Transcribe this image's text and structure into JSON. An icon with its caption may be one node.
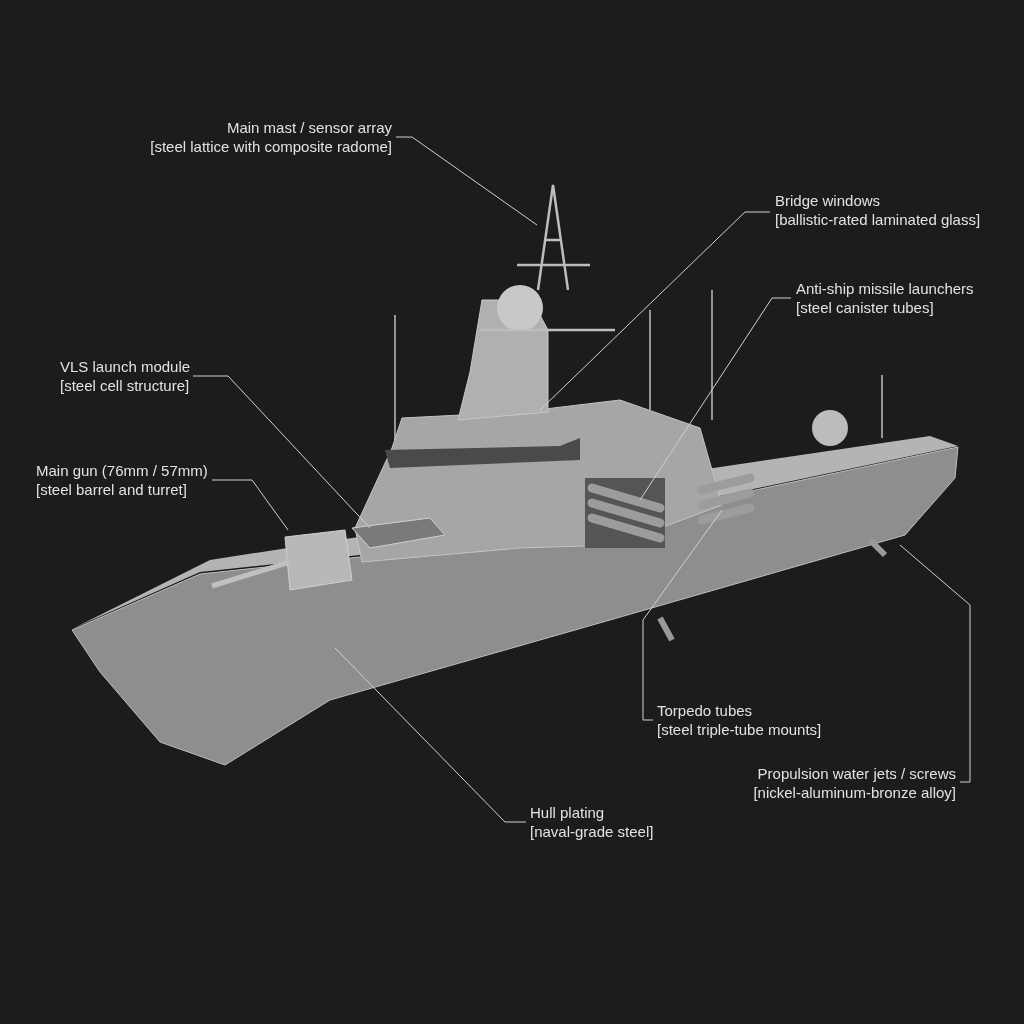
{
  "diagram": {
    "nodes": [
      {
        "text": [
          "Main mast / sensor array",
          "[steel lattice with composite radome]"
        ]
      },
      {
        "text": [
          "Bridge windows",
          "[ballistic-rated laminated glass]"
        ]
      },
      {
        "text": [
          "Anti-ship missile launchers",
          "[steel canister tubes]"
        ]
      },
      {
        "text": [
          "VLS launch module",
          "[steel cell structure]"
        ]
      },
      {
        "text": [
          "Main gun (76mm / 57mm)",
          "[steel barrel and turret]"
        ]
      },
      {
        "text": [
          "Torpedo tubes",
          "[steel triple-tube mounts]"
        ]
      },
      {
        "text": [
          "Propulsion water jets / screws",
          "[nickel-aluminum-bronze alloy]"
        ]
      },
      {
        "text": [
          "Hull plating",
          "[naval-grade steel]"
        ]
      }
    ],
    "edges": [
      {
        "from": 0,
        "to": null,
        "arrow": "none"
      },
      {
        "from": 1,
        "to": null,
        "arrow": "none"
      },
      {
        "from": 2,
        "to": null,
        "arrow": "none"
      },
      {
        "from": 3,
        "to": null,
        "arrow": "none"
      },
      {
        "from": 4,
        "to": null,
        "arrow": "none"
      },
      {
        "from": 5,
        "to": null,
        "arrow": "none"
      },
      {
        "from": 6,
        "to": null,
        "arrow": "none"
      },
      {
        "from": 7,
        "to": null,
        "arrow": "none"
      }
    ]
  }
}
